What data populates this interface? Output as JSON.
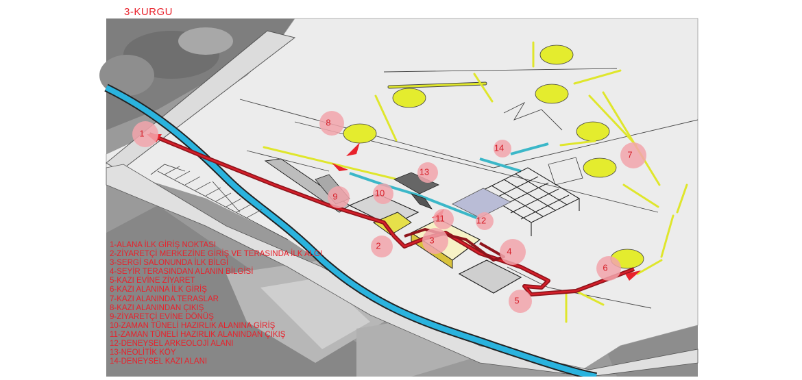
{
  "title": "3-KURGU",
  "colors": {
    "route": "#b51a23",
    "route_highlight": "#e8212b",
    "marker_fill": "#f2a5ab",
    "canal": "#2ab3de",
    "tree": "#e4ec2e",
    "tunnel": "#3bb7c8",
    "background_aerial": "#8a8a8a",
    "site": "#eeeeee"
  },
  "markers": [
    "1",
    "2",
    "3",
    "4",
    "5",
    "6",
    "7",
    "8",
    "9",
    "10",
    "11",
    "12",
    "13",
    "14"
  ],
  "legend": [
    "1-ALANA İLK GİRİŞ NOKTASI",
    "2-ZİYARETÇİ MERKEZİNE GİRİŞ VE TERASINDA İLK ALGI",
    "3-SERGİ SALONUNDA İLK BİLGİ",
    "4-SEYİR TERASINDAN ALANIN BİLGİSİ",
    "5-KAZI EVİNE ZİYARET",
    "6-KAZI ALANINA İLK GİRİŞ",
    "7-KAZI ALANINDA TERASLAR",
    "8-KAZI ALANINDAN ÇIKIŞ",
    "9-ZİYARETÇİ EVİNE DÖNÜŞ",
    "10-ZAMAN TÜNELİ HAZIRLIK ALANINA GİRİŞ",
    "11-ZAMAN TÜNELİ HAZIRLIK ALANINDAN ÇIKIŞ",
    "12-DENEYSEL ARKEOLOJİ ALANI",
    "13-NEOLİTİK KÖY",
    "14-DENEYSEL KAZI ALANI"
  ]
}
